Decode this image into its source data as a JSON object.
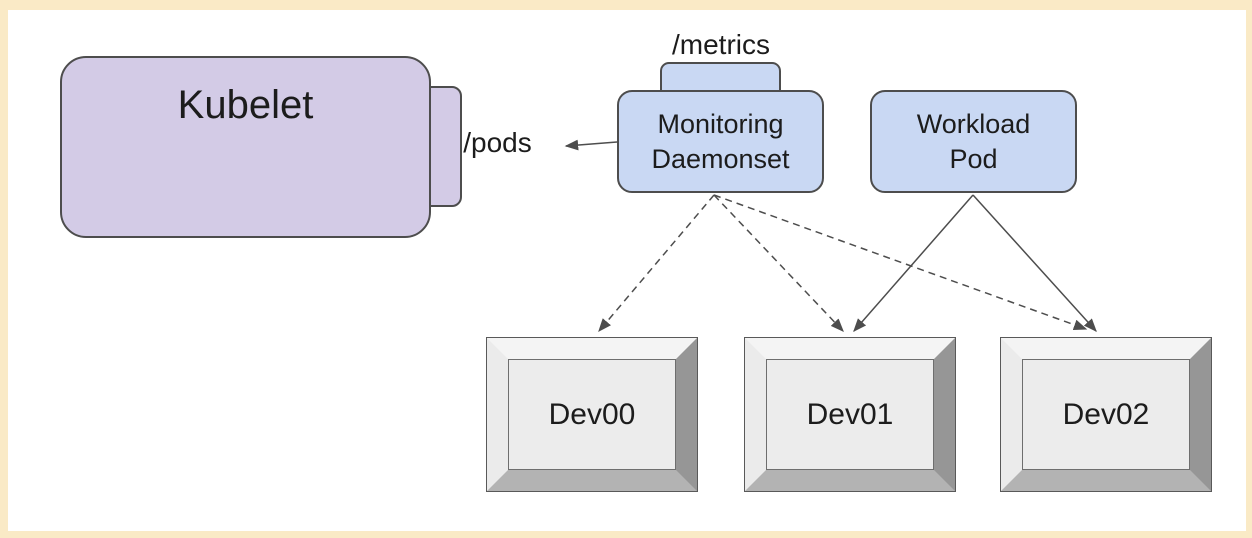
{
  "colors": {
    "frame": "#faeac6",
    "canvas": "#ffffff",
    "purple_fill": "#d3cbe6",
    "blue_fill": "#c9d8f3",
    "node_border": "#4d4d4d",
    "line": "#4d4d4d",
    "text": "#1c1c1c"
  },
  "nodes": {
    "kubelet": {
      "label": "Kubelet"
    },
    "monitoring_daemonset": {
      "lines": [
        "Monitoring",
        "Daemonset"
      ]
    },
    "workload_pod": {
      "lines": [
        "Workload",
        "Pod"
      ]
    },
    "devices": [
      {
        "label": "Dev00"
      },
      {
        "label": "Dev01"
      },
      {
        "label": "Dev02"
      }
    ]
  },
  "endpoint_labels": {
    "pods": "/pods",
    "metrics": "/metrics"
  },
  "edges": [
    {
      "from": "monitoring-daemonset",
      "to": "kubelet",
      "style": "solid",
      "label": "/pods"
    },
    {
      "from": "monitoring-daemonset",
      "to": "dev00",
      "style": "dashed"
    },
    {
      "from": "monitoring-daemonset",
      "to": "dev01",
      "style": "dashed"
    },
    {
      "from": "monitoring-daemonset",
      "to": "dev02",
      "style": "dashed"
    },
    {
      "from": "workload-pod",
      "to": "dev01",
      "style": "solid"
    },
    {
      "from": "workload-pod",
      "to": "dev02",
      "style": "solid"
    }
  ]
}
